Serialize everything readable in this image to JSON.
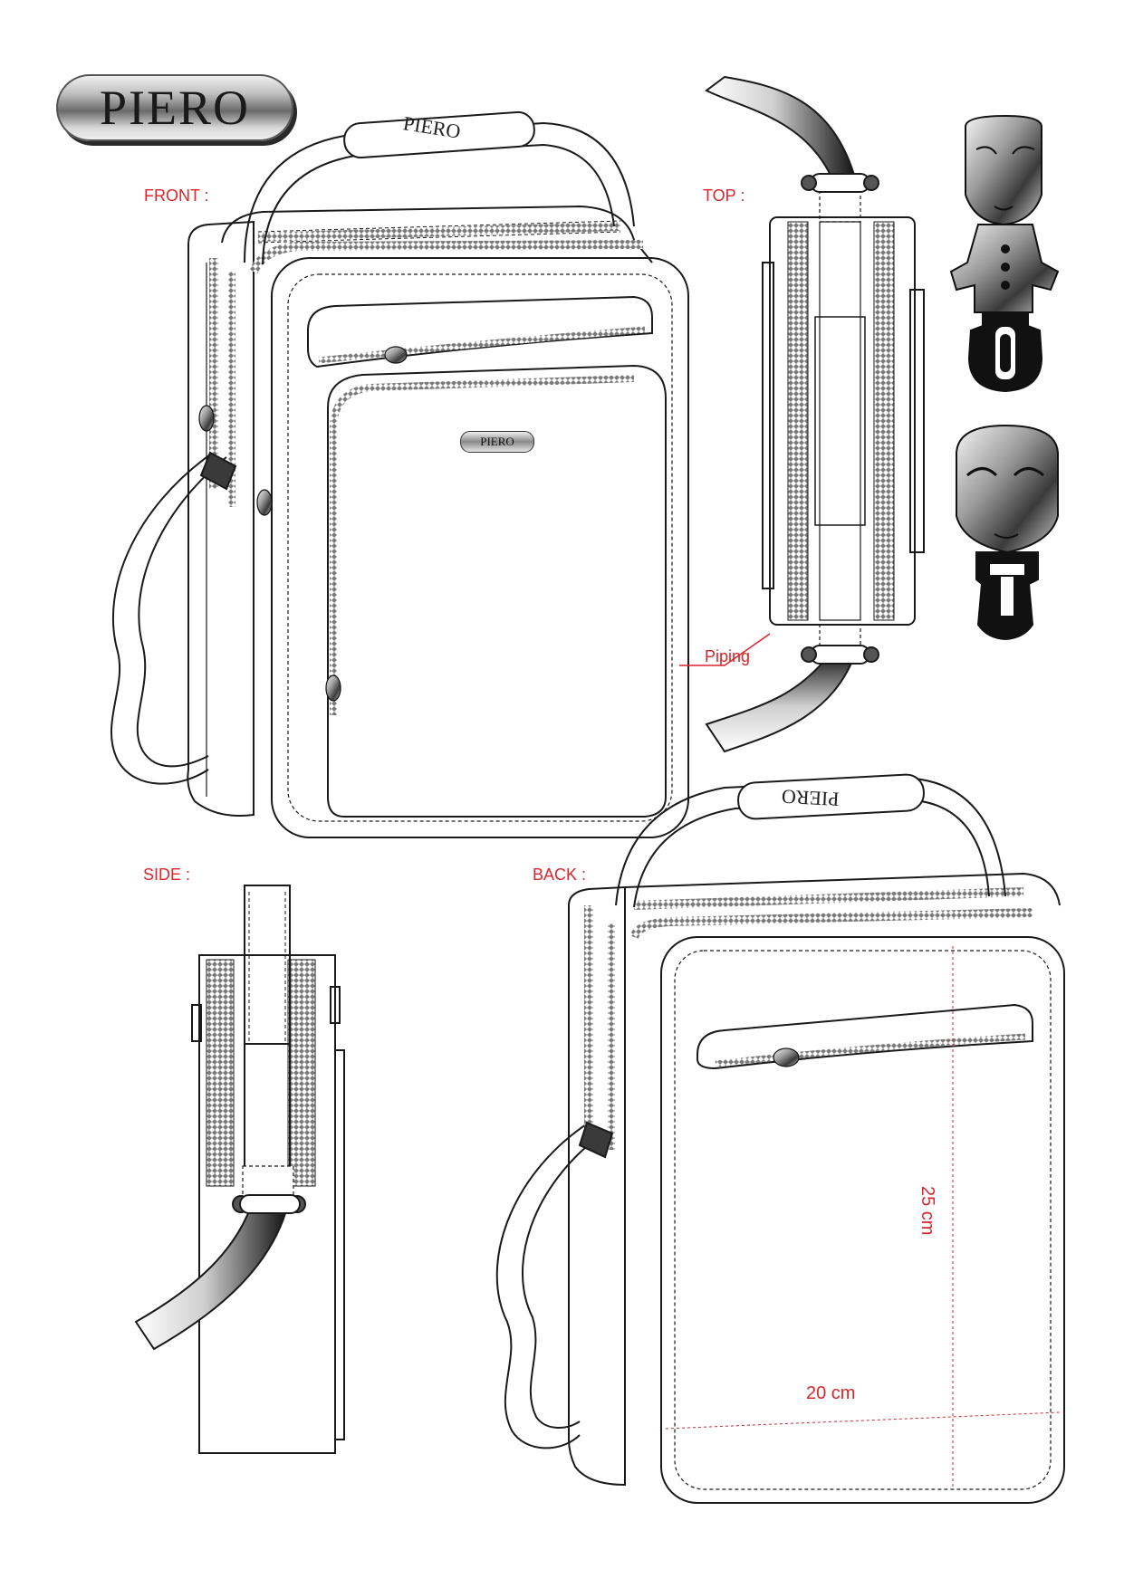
{
  "brand": {
    "logo_text": "PIERO",
    "front_strap_text": "PIERO",
    "back_strap_text": "PIERO",
    "front_plate_text": "PIERO"
  },
  "views": {
    "front_label": "FRONT :",
    "top_label": "TOP :",
    "side_label": "SIDE :",
    "back_label": "BACK :"
  },
  "annotations": {
    "piping": "Piping",
    "height": "25 cm",
    "width": "20 cm"
  },
  "colors": {
    "label_red": "#d9252c",
    "outline": "#1a1a1a",
    "zipper": "#6e6e6e"
  },
  "icons": [
    "pierrot-puller-full-icon",
    "pierrot-puller-head-icon",
    "zipper-puller-icon",
    "logo-plate-icon"
  ]
}
